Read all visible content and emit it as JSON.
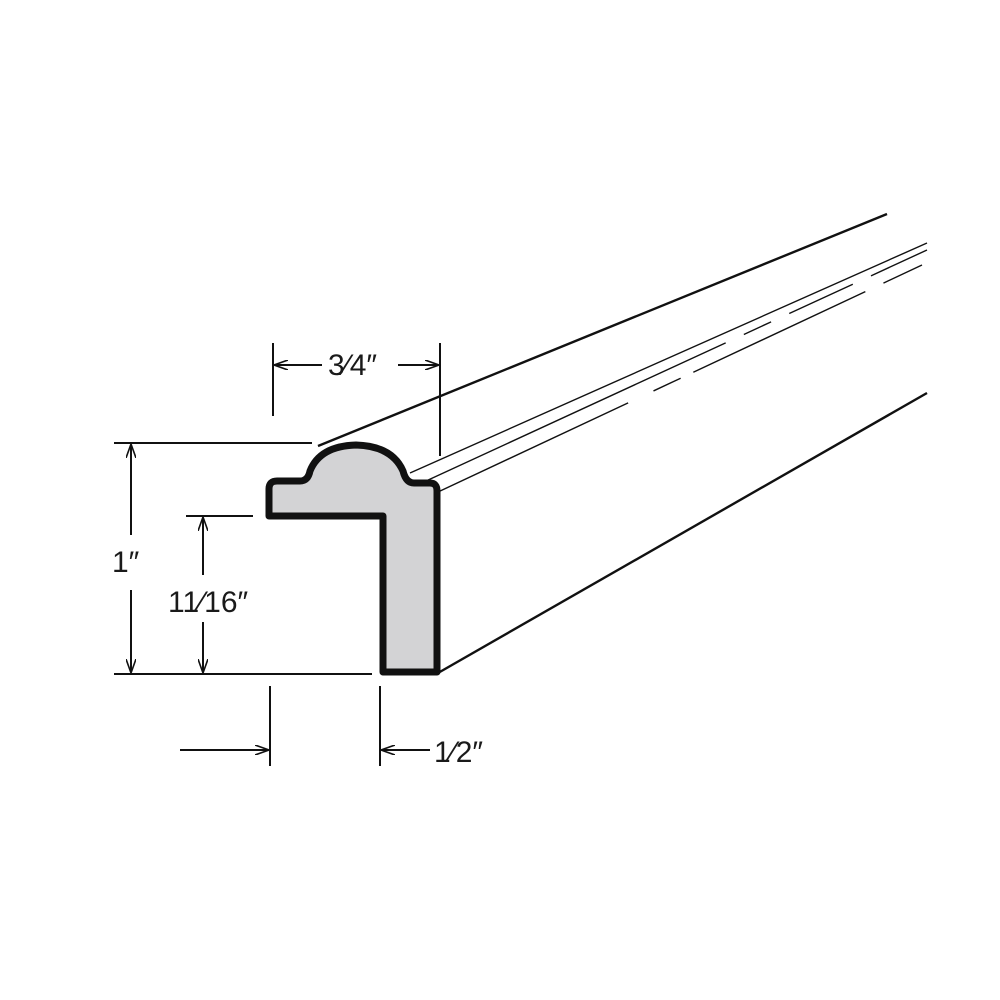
{
  "dimensions": {
    "top_width": "3⁄4″",
    "total_height": "1″",
    "inner_height": "11⁄16″",
    "leg_width": "1⁄2″"
  },
  "colors": {
    "profile_fill": "#d3d3d5",
    "outline": "#111111",
    "background": "#ffffff"
  }
}
